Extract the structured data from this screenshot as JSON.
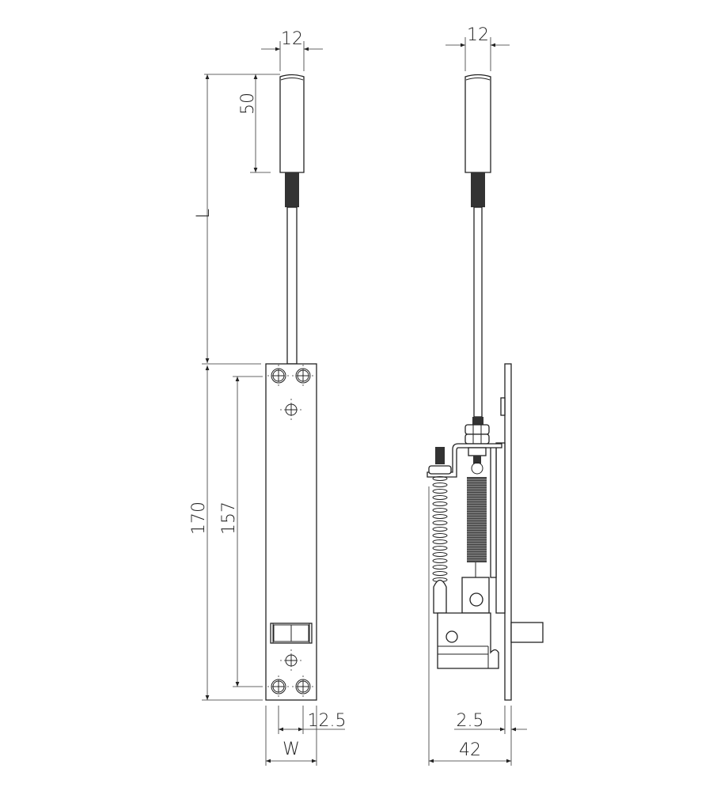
{
  "drawing": {
    "front_view": {
      "dimensions": {
        "sleeve_width": "12",
        "sleeve_length": "50",
        "rod_length": "L",
        "plate_length": "170",
        "hole_spacing": "157",
        "hole_offset": "12.5",
        "plate_width": "W"
      }
    },
    "side_view": {
      "dimensions": {
        "sleeve_width": "12",
        "plate_thickness": "2.5",
        "total_depth": "42"
      }
    }
  }
}
